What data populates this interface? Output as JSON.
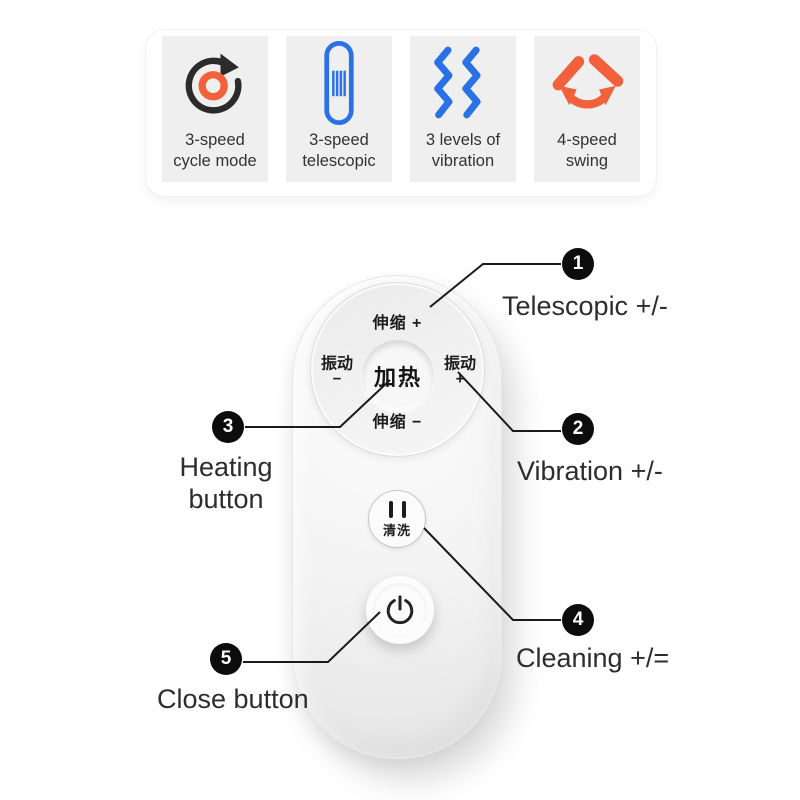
{
  "features": {
    "cards": [
      {
        "icon": "cycle-icon",
        "line1": "3-speed",
        "line2": "cycle mode"
      },
      {
        "icon": "telescopic-icon",
        "line1": "3-speed",
        "line2": "telescopic"
      },
      {
        "icon": "vibration-icon",
        "line1": "3 levels of",
        "line2": "vibration"
      },
      {
        "icon": "swing-icon",
        "line1": "4-speed",
        "line2": "swing"
      }
    ]
  },
  "remote": {
    "dial": {
      "top": "伸缩 +",
      "bottom": "伸缩 −",
      "left_label": "振动",
      "left_sign": "−",
      "right_label": "振动",
      "right_sign": "+",
      "center": "加热"
    },
    "clean": {
      "label": "清洗"
    }
  },
  "callouts": [
    {
      "number": "1",
      "label": "Telescopic +/-"
    },
    {
      "number": "2",
      "label": "Vibration +/-"
    },
    {
      "number": "3",
      "label": "Heating\nbutton"
    },
    {
      "number": "4",
      "label": "Cleaning +/="
    },
    {
      "number": "5",
      "label": "Close button"
    }
  ],
  "colors": {
    "accent_orange": "#f2603c",
    "accent_blue": "#2a71e8",
    "icon_dark": "#2b2b2b",
    "badge_black": "#0c0c0c",
    "card_gray": "#efefef"
  }
}
